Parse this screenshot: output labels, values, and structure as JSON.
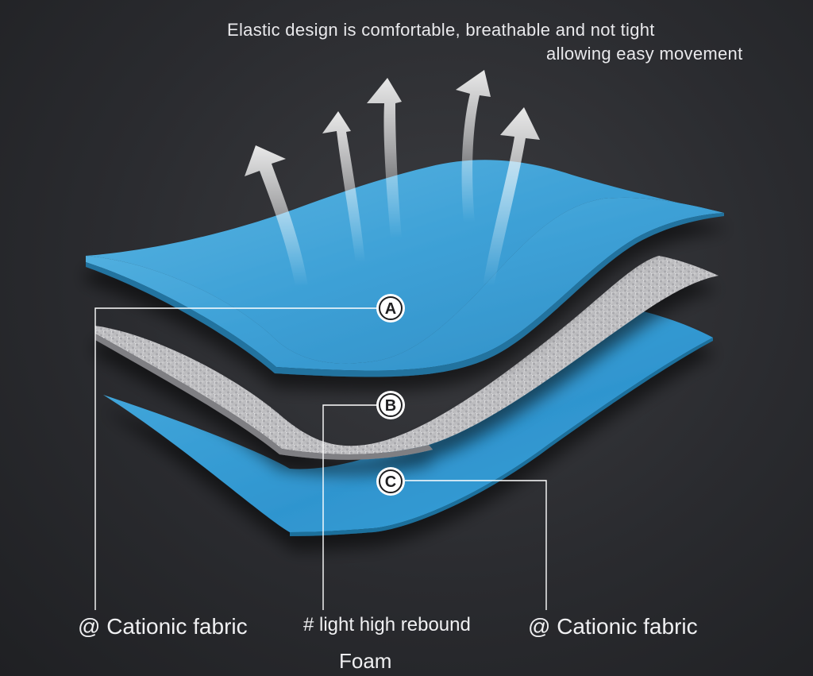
{
  "headline": {
    "line1": "Elastic design is comfortable, breathable and not tight",
    "line2": "allowing easy movement"
  },
  "layers": [
    {
      "marker": "A",
      "label": "@ Cationic fabric",
      "color": "#3ea3d8"
    },
    {
      "marker": "B",
      "label": "# light high rebound",
      "label_line2": "Foam",
      "color": "#c9c9cb"
    },
    {
      "marker": "C",
      "label": "@ Cationic fabric",
      "color": "#3ea3d8"
    }
  ],
  "icons": {
    "airflow": "up-arrow-icon"
  },
  "colors": {
    "background": "#2c2d31",
    "fabric": "#3ea3d8",
    "foam": "#c9c9cb",
    "leader_line": "#ffffff"
  }
}
